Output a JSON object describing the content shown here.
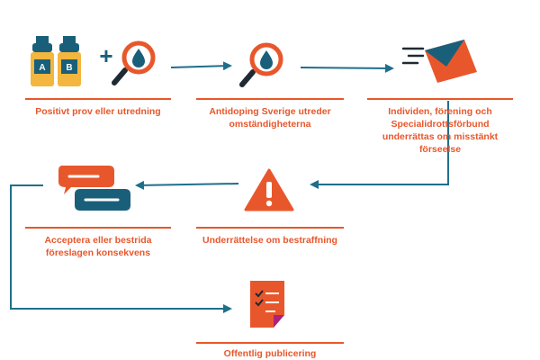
{
  "colors": {
    "accent": "#e8572b",
    "arrow": "#1f6f8b",
    "icon_navy": "#1a5f7a",
    "bottle_yellow": "#f3b63f",
    "magenta": "#b0207a"
  },
  "steps": [
    {
      "label": "Positivt prov eller utredning",
      "icons": [
        "bottles-a-b-icon",
        "plus-icon",
        "magnifier-drop-icon"
      ]
    },
    {
      "label": "Antidoping Sverige utreder omständigheterna",
      "icons": [
        "magnifier-drop-icon"
      ]
    },
    {
      "label": "Individen, förening och Specialidrottsförbund underrättas om misstänkt förseelse",
      "icons": [
        "envelope-icon"
      ]
    },
    {
      "label": "Underrättelse om bestraffning",
      "icons": [
        "warning-triangle-icon"
      ]
    },
    {
      "label": "Acceptera eller bestrida föreslagen konsekvens",
      "icons": [
        "speech-bubbles-icon"
      ]
    },
    {
      "label": "Offentlig publicering",
      "icons": [
        "document-checklist-icon"
      ]
    }
  ],
  "bottles": {
    "left_letter": "A",
    "right_letter": "B"
  },
  "plus_sign": "+"
}
